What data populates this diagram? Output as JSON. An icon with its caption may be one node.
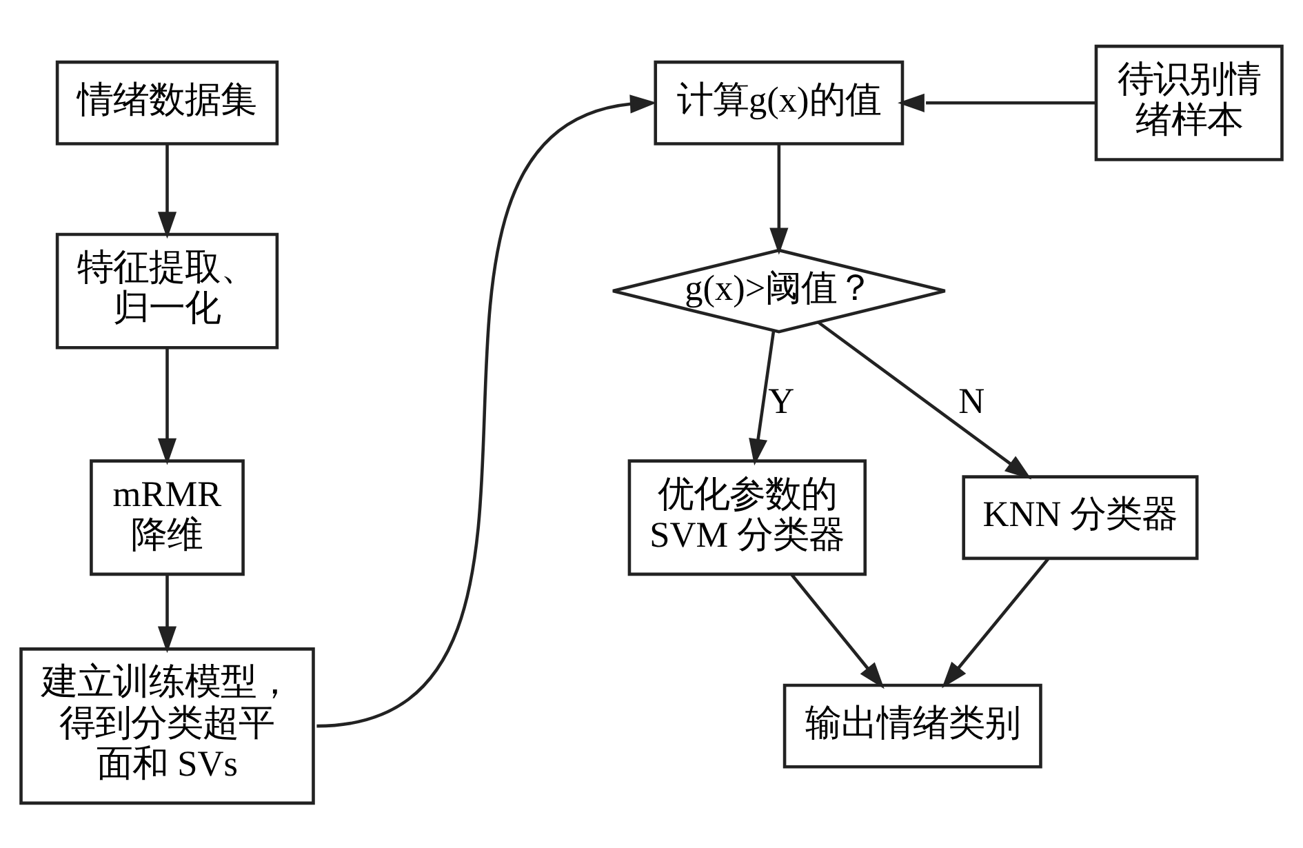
{
  "diagram": {
    "nodes": [
      {
        "text": [
          "情绪数据集"
        ]
      },
      {
        "text": [
          "特征提取、归一化"
        ]
      },
      {
        "text": [
          "mRMR降维"
        ]
      },
      {
        "text": [
          "建立训练模型，得到分类超平面和 SVs"
        ]
      },
      {
        "text": [
          "计算g(x)的值"
        ]
      },
      {
        "text": [
          "待识别情绪样本"
        ]
      },
      {
        "text": [
          "g(x)>阈值？"
        ]
      },
      {
        "text": [
          "优化参数的SVM 分类器"
        ]
      },
      {
        "text": [
          "KNN 分类器"
        ]
      },
      {
        "text": [
          "输出情绪类别"
        ]
      }
    ],
    "edges": [
      {
        "from": 0,
        "to": 1,
        "arrow": "to"
      },
      {
        "from": 1,
        "to": 2,
        "arrow": "to"
      },
      {
        "from": 2,
        "to": 3,
        "arrow": "to"
      },
      {
        "from": 3,
        "to": 4,
        "arrow": "to"
      },
      {
        "from": 5,
        "to": 4,
        "arrow": "to"
      },
      {
        "from": 4,
        "to": 6,
        "arrow": "to"
      },
      {
        "from": 6,
        "to": 7,
        "label": "Y",
        "arrow": "to"
      },
      {
        "from": 6,
        "to": 8,
        "label": "N",
        "arrow": "to"
      },
      {
        "from": 7,
        "to": 9,
        "arrow": "to"
      },
      {
        "from": 8,
        "to": 9,
        "arrow": "to"
      }
    ]
  }
}
